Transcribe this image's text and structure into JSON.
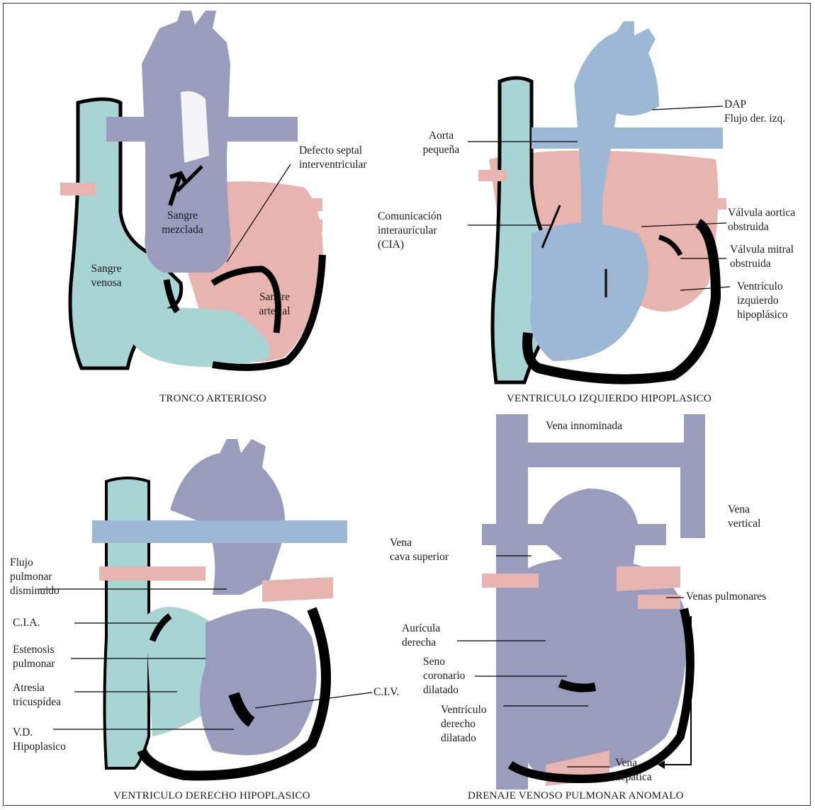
{
  "colors": {
    "venous": "#a8d4d4",
    "mixed": "#9a9cbe",
    "arterial": "#e8b4b0",
    "blue": "#9cb8d4",
    "wall": "#000000"
  },
  "panels": {
    "tl": {
      "caption": "TRONCO ARTERIOSO",
      "labels": {
        "defecto_1": "Defecto septal",
        "defecto_2": "interventricular",
        "mezclada_1": "Sangre",
        "mezclada_2": "mezclada",
        "venosa_1": "Sangre",
        "venosa_2": "venosa",
        "arterial_1": "Sangre",
        "arterial_2": "arterial"
      }
    },
    "tr": {
      "caption": "VENTRICULO IZQUIERDO HIPOPLASICO",
      "labels": {
        "dap_1": "DAP",
        "dap_2": "Flujo der. izq.",
        "aorta_1": "Aorta",
        "aorta_2": "pequeña",
        "cia_1": "Comunicación",
        "cia_2": "interaurícular",
        "cia_3": "(CIA)",
        "aortica_1": "Válvula aortica",
        "aortica_2": "obstruida",
        "mitral_1": "Válvula mitral",
        "mitral_2": "obstruida",
        "vi_1": "Ventrículo",
        "vi_2": "izquierdo",
        "vi_3": "hipoplásico"
      }
    },
    "bl": {
      "caption": "VENTRICULO DERECHO HIPOPLASICO",
      "labels": {
        "flujo_1": "Flujo",
        "flujo_2": "pulmonar",
        "flujo_3": "disminuido",
        "cia": "C.I.A.",
        "esten_1": "Estenosis",
        "esten_2": "pulmonar",
        "atresia_1": "Atresia",
        "atresia_2": "tricuspídea",
        "vd_1": "V.D.",
        "vd_2": "Hipoplasico",
        "civ": "C.I.V."
      }
    },
    "br": {
      "caption": "DRENAJE VENOSO PULMONAR ANOMALO",
      "labels": {
        "innominada": "Vena innominada",
        "vertical_1": "Vena",
        "vertical_2": "vertical",
        "cava_1": "Vena",
        "cava_2": "cava superior",
        "pulmonares": "Venas pulmonares",
        "auricula_1": "Aurícula",
        "auricula_2": "derecha",
        "seno_1": "Seno",
        "seno_2": "coronario",
        "seno_3": "dilatado",
        "ventriculo_1": "Ventrículo",
        "ventriculo_2": "derecho",
        "ventriculo_3": "dilatado",
        "hepatica_1": "Vena",
        "hepatica_2": "hepática"
      }
    }
  }
}
